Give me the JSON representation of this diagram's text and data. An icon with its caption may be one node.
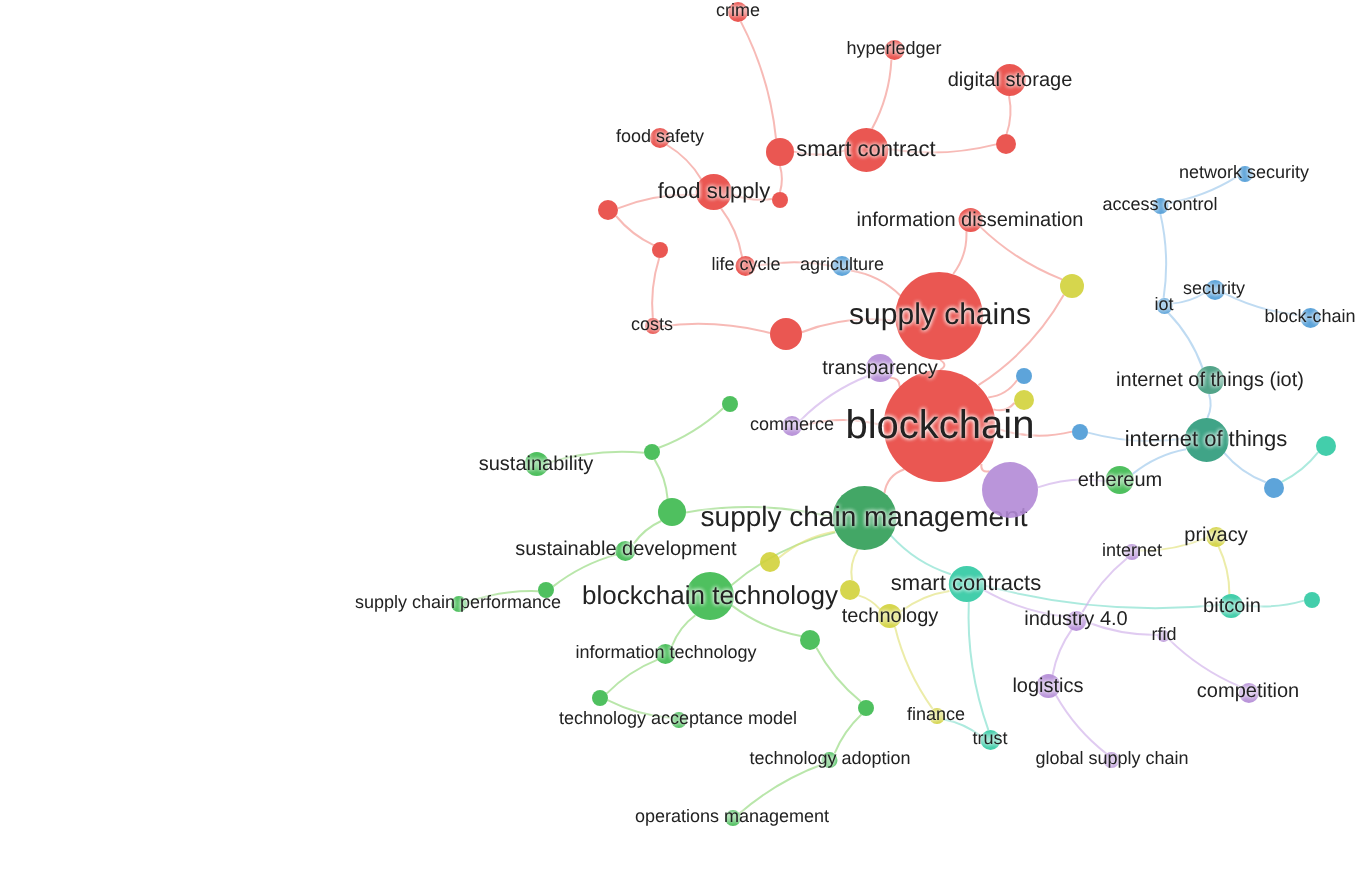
{
  "diagram": {
    "nodes": [
      {
        "text": [
          "blockchain"
        ]
      },
      {
        "text": [
          "supply chains"
        ]
      },
      {
        "text": [
          "smart contract"
        ]
      },
      {
        "text": [
          "food supply"
        ]
      },
      {
        "text": [
          "digital storage"
        ]
      },
      {
        "text": [
          "hyperledger"
        ]
      },
      {
        "text": [
          "crime"
        ]
      },
      {
        "text": [
          "food safety"
        ]
      },
      {
        "text": [
          "information dissemination"
        ]
      },
      {
        "text": [
          "life cycle"
        ]
      },
      {
        "text": [
          "agriculture"
        ]
      },
      {
        "text": [
          "costs"
        ]
      },
      {
        "text": [
          "transparency"
        ]
      },
      {
        "text": [
          "commerce"
        ]
      },
      {
        "text": [
          "supply chain management"
        ]
      },
      {
        "text": [
          "blockchain technology"
        ]
      },
      {
        "text": [
          "sustainability"
        ]
      },
      {
        "text": [
          "sustainable development"
        ]
      },
      {
        "text": [
          "supply chain performance"
        ]
      },
      {
        "text": [
          "information technology"
        ]
      },
      {
        "text": [
          "technology acceptance model"
        ]
      },
      {
        "text": [
          "technology adoption"
        ]
      },
      {
        "text": [
          "operations management"
        ]
      },
      {
        "text": [
          "smart contracts"
        ]
      },
      {
        "text": [
          "bitcoin"
        ]
      },
      {
        "text": [
          "ethereum"
        ]
      },
      {
        "text": [
          "trust"
        ]
      },
      {
        "text": [
          "technology"
        ]
      },
      {
        "text": [
          "finance"
        ]
      },
      {
        "text": [
          "privacy"
        ]
      },
      {
        "text": [
          "internet"
        ]
      },
      {
        "text": [
          "industry 4.0"
        ]
      },
      {
        "text": [
          "rfid"
        ]
      },
      {
        "text": [
          "logistics"
        ]
      },
      {
        "text": [
          "competition"
        ]
      },
      {
        "text": [
          "global supply chain"
        ]
      },
      {
        "text": [
          "internet of things"
        ]
      },
      {
        "text": [
          "internet of things (iot)"
        ]
      },
      {
        "text": [
          "security"
        ]
      },
      {
        "text": [
          "iot"
        ]
      },
      {
        "text": [
          "block-chain"
        ]
      },
      {
        "text": [
          "access control"
        ]
      },
      {
        "text": [
          "network security"
        ]
      },
      {
        "text": [],
        "shape": "circle"
      },
      {
        "text": [],
        "shape": "circle"
      },
      {
        "text": [],
        "shape": "circle"
      },
      {
        "text": [],
        "shape": "circle"
      },
      {
        "text": [],
        "shape": "circle"
      },
      {
        "text": [],
        "shape": "circle"
      },
      {
        "text": [],
        "shape": "circle"
      },
      {
        "text": [],
        "shape": "circle"
      },
      {
        "text": [],
        "shape": "circle"
      },
      {
        "text": [],
        "shape": "circle"
      },
      {
        "text": [],
        "shape": "circle"
      },
      {
        "text": [],
        "shape": "circle"
      },
      {
        "text": [],
        "shape": "circle"
      },
      {
        "text": [],
        "shape": "circle"
      },
      {
        "text": [],
        "shape": "circle"
      },
      {
        "text": [],
        "shape": "circle"
      },
      {
        "text": [],
        "shape": "circle"
      },
      {
        "text": [],
        "shape": "circle"
      },
      {
        "text": [],
        "shape": "circle"
      },
      {
        "text": [],
        "shape": "circle"
      },
      {
        "text": [],
        "shape": "circle"
      },
      {
        "text": [],
        "shape": "circle"
      },
      {
        "text": [],
        "shape": "circle"
      }
    ],
    "edges": [
      {
        "from": 0,
        "to": 1,
        "arrow": "none"
      },
      {
        "from": 0,
        "to": 12,
        "arrow": "none"
      },
      {
        "from": 0,
        "to": 13,
        "arrow": "none"
      },
      {
        "from": 0,
        "to": 14,
        "arrow": "none"
      },
      {
        "from": 0,
        "to": 63,
        "arrow": "none"
      },
      {
        "from": 0,
        "to": 50,
        "arrow": "none"
      },
      {
        "from": 0,
        "to": 51,
        "arrow": "none"
      },
      {
        "from": 0,
        "to": 52,
        "arrow": "none"
      },
      {
        "from": 0,
        "to": 49,
        "arrow": "none"
      },
      {
        "from": 1,
        "to": 8,
        "arrow": "none"
      },
      {
        "from": 1,
        "to": 48,
        "arrow": "none"
      },
      {
        "from": 1,
        "to": 10,
        "arrow": "none"
      },
      {
        "from": 10,
        "to": 9,
        "arrow": "none"
      },
      {
        "from": 9,
        "to": 3,
        "arrow": "none"
      },
      {
        "from": 3,
        "to": 7,
        "arrow": "none"
      },
      {
        "from": 3,
        "to": 44,
        "arrow": "none"
      },
      {
        "from": 3,
        "to": 46,
        "arrow": "none"
      },
      {
        "from": 46,
        "to": 43,
        "arrow": "none"
      },
      {
        "from": 43,
        "to": 2,
        "arrow": "none"
      },
      {
        "from": 43,
        "to": 6,
        "arrow": "none"
      },
      {
        "from": 2,
        "to": 5,
        "arrow": "none"
      },
      {
        "from": 2,
        "to": 47,
        "arrow": "none"
      },
      {
        "from": 47,
        "to": 4,
        "arrow": "none"
      },
      {
        "from": 44,
        "to": 45,
        "arrow": "none"
      },
      {
        "from": 45,
        "to": 11,
        "arrow": "none"
      },
      {
        "from": 48,
        "to": 11,
        "arrow": "none"
      },
      {
        "from": 8,
        "to": 49,
        "arrow": "none"
      },
      {
        "from": 12,
        "to": 13,
        "arrow": "none",
        "color": "#cba9e8"
      },
      {
        "from": 14,
        "to": 58,
        "arrow": "none",
        "color": "#8ad672"
      },
      {
        "from": 58,
        "to": 17,
        "arrow": "none",
        "color": "#8ad672"
      },
      {
        "from": 58,
        "to": 57,
        "arrow": "none",
        "color": "#8ad672"
      },
      {
        "from": 57,
        "to": 16,
        "arrow": "none",
        "color": "#8ad672"
      },
      {
        "from": 57,
        "to": 56,
        "arrow": "none",
        "color": "#8ad672"
      },
      {
        "from": 17,
        "to": 59,
        "arrow": "none",
        "color": "#8ad672"
      },
      {
        "from": 59,
        "to": 18,
        "arrow": "none",
        "color": "#8ad672"
      },
      {
        "from": 14,
        "to": 15,
        "arrow": "none",
        "color": "#8ad672"
      },
      {
        "from": 15,
        "to": 19,
        "arrow": "none",
        "color": "#8ad672"
      },
      {
        "from": 15,
        "to": 60,
        "arrow": "none",
        "color": "#8ad672"
      },
      {
        "from": 19,
        "to": 62,
        "arrow": "none",
        "color": "#8ad672"
      },
      {
        "from": 62,
        "to": 20,
        "arrow": "none",
        "color": "#8ad672"
      },
      {
        "from": 60,
        "to": 61,
        "arrow": "none",
        "color": "#8ad672"
      },
      {
        "from": 61,
        "to": 21,
        "arrow": "none",
        "color": "#8ad672"
      },
      {
        "from": 21,
        "to": 22,
        "arrow": "none",
        "color": "#8ad672"
      },
      {
        "from": 14,
        "to": 64,
        "arrow": "none",
        "color": "#e0e070"
      },
      {
        "from": 14,
        "to": 65,
        "arrow": "none",
        "color": "#e0e070"
      },
      {
        "from": 14,
        "to": 23,
        "arrow": "none",
        "color": "#74dcc8"
      },
      {
        "from": 23,
        "to": 27,
        "arrow": "none",
        "color": "#e0e070"
      },
      {
        "from": 27,
        "to": 65,
        "arrow": "none",
        "color": "#e0e070"
      },
      {
        "from": 27,
        "to": 28,
        "arrow": "none",
        "color": "#e0e070"
      },
      {
        "from": 23,
        "to": 26,
        "arrow": "none",
        "color": "#74dcc8"
      },
      {
        "from": 26,
        "to": 28,
        "arrow": "none",
        "color": "#74dcc8"
      },
      {
        "from": 23,
        "to": 31,
        "arrow": "none",
        "color": "#cba9e8"
      },
      {
        "from": 23,
        "to": 24,
        "arrow": "none",
        "color": "#74dcc8"
      },
      {
        "from": 24,
        "to": 55,
        "arrow": "none",
        "color": "#74dcc8"
      },
      {
        "from": 24,
        "to": 29,
        "arrow": "none",
        "color": "#e0e070"
      },
      {
        "from": 30,
        "to": 29,
        "arrow": "none",
        "color": "#e0e070"
      },
      {
        "from": 30,
        "to": 31,
        "arrow": "none",
        "color": "#cba9e8"
      },
      {
        "from": 31,
        "to": 32,
        "arrow": "none",
        "color": "#cba9e8"
      },
      {
        "from": 31,
        "to": 33,
        "arrow": "none",
        "color": "#cba9e8"
      },
      {
        "from": 33,
        "to": 35,
        "arrow": "none",
        "color": "#cba9e8"
      },
      {
        "from": 32,
        "to": 34,
        "arrow": "none",
        "color": "#cba9e8"
      },
      {
        "from": 52,
        "to": 36,
        "arrow": "none",
        "color": "#94c3ea"
      },
      {
        "from": 36,
        "to": 37,
        "arrow": "none",
        "color": "#94c3ea"
      },
      {
        "from": 37,
        "to": 39,
        "arrow": "none",
        "color": "#94c3ea"
      },
      {
        "from": 39,
        "to": 38,
        "arrow": "none",
        "color": "#94c3ea"
      },
      {
        "from": 38,
        "to": 40,
        "arrow": "none",
        "color": "#94c3ea"
      },
      {
        "from": 39,
        "to": 41,
        "arrow": "none",
        "color": "#94c3ea"
      },
      {
        "from": 41,
        "to": 42,
        "arrow": "none",
        "color": "#94c3ea"
      },
      {
        "from": 36,
        "to": 53,
        "arrow": "none",
        "color": "#94c3ea"
      },
      {
        "from": 53,
        "to": 54,
        "arrow": "none",
        "color": "#74dcc8"
      },
      {
        "from": 36,
        "to": 25,
        "arrow": "none",
        "color": "#94c3ea"
      },
      {
        "from": 25,
        "to": 63,
        "arrow": "none",
        "color": "#cba9e8"
      }
    ]
  }
}
